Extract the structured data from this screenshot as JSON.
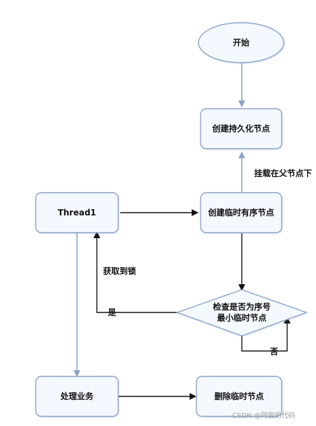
{
  "nodes": {
    "start": "开始",
    "create_persistent": "创建持久化节点",
    "thread": "Thread1",
    "create_seq": "创建临时有序节点",
    "check_line1": "检查是否为序号",
    "check_line2": "最小临时节点",
    "process": "处理业务",
    "delete": "删除临时节点"
  },
  "edge_labels": {
    "mount": "挂载在父节点下",
    "get_lock": "获取到锁",
    "yes": "是",
    "no": "否"
  },
  "watermark": "CSDN @阿俊的代码"
}
